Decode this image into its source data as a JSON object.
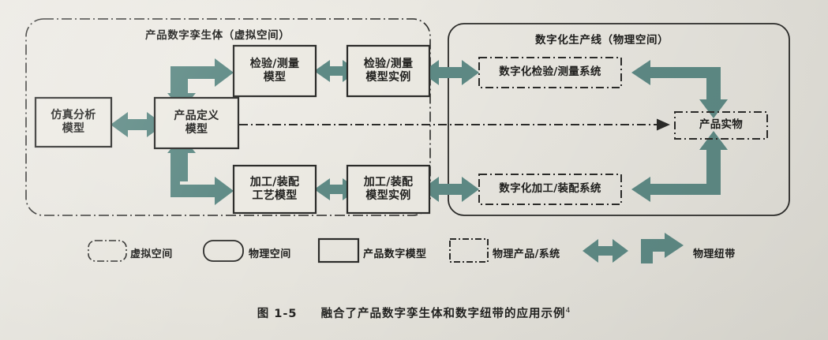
{
  "figure": {
    "caption_label": "图 1-5",
    "caption_text": "融合了产品数字孪生体和数字纽带的应用示例",
    "caption_footnote": "4",
    "accent_color": "#5e8a85",
    "line_color": "#2b2b29",
    "background_color": "#e7e5de"
  },
  "panels": {
    "virtual": {
      "title": "产品数字孪生体（虚拟空间）",
      "border_style": "dash-dot-rounded"
    },
    "physical": {
      "title": "数字化生产线（物理空间）",
      "border_style": "solid-rounded"
    }
  },
  "nodes": {
    "inspection_model": "检验/测量\n模型",
    "inspection_model_l1": "检验/测量",
    "inspection_model_l2": "模型",
    "inspection_instance_l1": "检验/测量",
    "inspection_instance_l2": "模型实例",
    "simulation_model_l1": "仿真分析",
    "simulation_model_l2": "模型",
    "product_definition_l1": "产品定义",
    "product_definition_l2": "模型",
    "process_model_l1": "加工/装配",
    "process_model_l2": "工艺模型",
    "process_instance_l1": "加工/装配",
    "process_instance_l2": "模型实例",
    "digital_inspection_system": "数字化检验/测量系统",
    "digital_process_system": "数字化加工/装配系统",
    "physical_product": "产品实物"
  },
  "legend": {
    "items": [
      {
        "key": "virtual-space",
        "shape": "dash-dot-rounded-rect",
        "label": "虚拟空间"
      },
      {
        "key": "physical-space",
        "shape": "solid-rounded-rect",
        "label": "物理空间"
      },
      {
        "key": "digital-model",
        "shape": "solid-rect",
        "label": "产品数字模型"
      },
      {
        "key": "physical-product",
        "shape": "dash-dot-rect",
        "label": "物理产品/系统"
      },
      {
        "key": "physical-bond",
        "shape": "double-arrow-and-elbow-arrow",
        "label": "物理纽带"
      }
    ]
  }
}
